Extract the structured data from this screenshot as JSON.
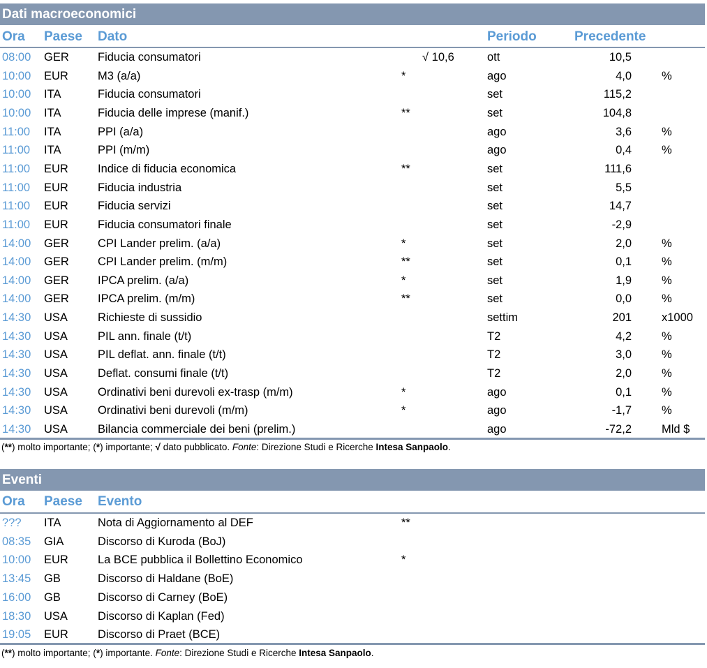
{
  "macro": {
    "title": "Dati macroeconomici",
    "headers": {
      "ora": "Ora",
      "paese": "Paese",
      "dato": "Dato",
      "periodo": "Periodo",
      "precedente": "Precedente"
    },
    "rows": [
      {
        "ora": "08:00",
        "paese": "GER",
        "dato": "Fiducia consumatori",
        "flag": "",
        "actual": "√ 10,6",
        "periodo": "ott",
        "precedente": "10,5",
        "unit": ""
      },
      {
        "ora": "10:00",
        "paese": "EUR",
        "dato": "M3 (a/a)",
        "flag": "*",
        "actual": "",
        "periodo": "ago",
        "precedente": "4,0",
        "unit": "%"
      },
      {
        "ora": "10:00",
        "paese": "ITA",
        "dato": "Fiducia consumatori",
        "flag": "",
        "actual": "",
        "periodo": "set",
        "precedente": "115,2",
        "unit": ""
      },
      {
        "ora": "10:00",
        "paese": "ITA",
        "dato": "Fiducia delle imprese (manif.)",
        "flag": "**",
        "actual": "",
        "periodo": "set",
        "precedente": "104,8",
        "unit": ""
      },
      {
        "ora": "11:00",
        "paese": "ITA",
        "dato": "PPI (a/a)",
        "flag": "",
        "actual": "",
        "periodo": "ago",
        "precedente": "3,6",
        "unit": "%"
      },
      {
        "ora": "11:00",
        "paese": "ITA",
        "dato": "PPI (m/m)",
        "flag": "",
        "actual": "",
        "periodo": "ago",
        "precedente": "0,4",
        "unit": "%"
      },
      {
        "ora": "11:00",
        "paese": "EUR",
        "dato": "Indice di fiducia economica",
        "flag": "**",
        "actual": "",
        "periodo": "set",
        "precedente": "111,6",
        "unit": ""
      },
      {
        "ora": "11:00",
        "paese": "EUR",
        "dato": "Fiducia industria",
        "flag": "",
        "actual": "",
        "periodo": "set",
        "precedente": "5,5",
        "unit": ""
      },
      {
        "ora": "11:00",
        "paese": "EUR",
        "dato": "Fiducia servizi",
        "flag": "",
        "actual": "",
        "periodo": "set",
        "precedente": "14,7",
        "unit": ""
      },
      {
        "ora": "11:00",
        "paese": "EUR",
        "dato": "Fiducia consumatori finale",
        "flag": "",
        "actual": "",
        "periodo": "set",
        "precedente": "-2,9",
        "unit": ""
      },
      {
        "ora": "14:00",
        "paese": "GER",
        "dato": "CPI Lander prelim. (a/a)",
        "flag": "*",
        "actual": "",
        "periodo": "set",
        "precedente": "2,0",
        "unit": "%"
      },
      {
        "ora": "14:00",
        "paese": "GER",
        "dato": "CPI Lander prelim. (m/m)",
        "flag": "**",
        "actual": "",
        "periodo": "set",
        "precedente": "0,1",
        "unit": "%"
      },
      {
        "ora": "14:00",
        "paese": "GER",
        "dato": "IPCA prelim. (a/a)",
        "flag": "*",
        "actual": "",
        "periodo": "set",
        "precedente": "1,9",
        "unit": "%"
      },
      {
        "ora": "14:00",
        "paese": "GER",
        "dato": "IPCA prelim. (m/m)",
        "flag": "**",
        "actual": "",
        "periodo": "set",
        "precedente": "0,0",
        "unit": "%"
      },
      {
        "ora": "14:30",
        "paese": "USA",
        "dato": "Richieste di sussidio",
        "flag": "",
        "actual": "",
        "periodo": "settim",
        "precedente": "201",
        "unit": "x1000"
      },
      {
        "ora": "14:30",
        "paese": "USA",
        "dato": "PIL ann. finale (t/t)",
        "flag": "",
        "actual": "",
        "periodo": "T2",
        "precedente": "4,2",
        "unit": "%"
      },
      {
        "ora": "14:30",
        "paese": "USA",
        "dato": "PIL deflat. ann. finale (t/t)",
        "flag": "",
        "actual": "",
        "periodo": "T2",
        "precedente": "3,0",
        "unit": "%"
      },
      {
        "ora": "14:30",
        "paese": "USA",
        "dato": "Deflat. consumi finale (t/t)",
        "flag": "",
        "actual": "",
        "periodo": "T2",
        "precedente": "2,0",
        "unit": "%"
      },
      {
        "ora": "14:30",
        "paese": "USA",
        "dato": "Ordinativi beni durevoli ex-trasp (m/m)",
        "flag": "*",
        "actual": "",
        "periodo": "ago",
        "precedente": "0,1",
        "unit": "%"
      },
      {
        "ora": "14:30",
        "paese": "USA",
        "dato": "Ordinativi beni durevoli (m/m)",
        "flag": "*",
        "actual": "",
        "periodo": "ago",
        "precedente": "-1,7",
        "unit": "%"
      },
      {
        "ora": "14:30",
        "paese": "USA",
        "dato": "Bilancia commerciale dei beni (prelim.)",
        "flag": "",
        "actual": "",
        "periodo": "ago",
        "precedente": "-72,2",
        "unit": "Mld $"
      }
    ],
    "note": {
      "a": "(",
      "b": "**",
      "c": ") molto importante; (",
      "d": "*",
      "e": ") importante; ",
      "f": "√",
      "g": " dato pubblicato. ",
      "h": "Fonte",
      "i": ": Direzione Studi e Ricerche ",
      "j": "Intesa Sanpaolo",
      "k": "."
    }
  },
  "events": {
    "title": "Eventi",
    "headers": {
      "ora": "Ora",
      "paese": "Paese",
      "evento": "Evento"
    },
    "rows": [
      {
        "ora": "???",
        "paese": "ITA",
        "evento": "Nota di Aggiornamento al DEF",
        "flag": "**"
      },
      {
        "ora": "08:35",
        "paese": "GIA",
        "evento": "Discorso di Kuroda (BoJ)",
        "flag": ""
      },
      {
        "ora": "10:00",
        "paese": "EUR",
        "evento": "La BCE pubblica il Bollettino Economico",
        "flag": "*"
      },
      {
        "ora": "13:45",
        "paese": "GB",
        "evento": "Discorso di Haldane (BoE)",
        "flag": ""
      },
      {
        "ora": "16:00",
        "paese": "GB",
        "evento": "Discorso di Carney (BoE)",
        "flag": ""
      },
      {
        "ora": "18:30",
        "paese": "USA",
        "evento": "Discorso di Kaplan (Fed)",
        "flag": ""
      },
      {
        "ora": "19:05",
        "paese": "EUR",
        "evento": "Discorso di Praet (BCE)",
        "flag": ""
      }
    ],
    "note": {
      "a": "(",
      "b": "**",
      "c": ") molto importante; (",
      "d": "*",
      "e": ") importante. ",
      "h": "Fonte",
      "i": ": Direzione Studi e Ricerche ",
      "j": "Intesa Sanpaolo",
      "k": "."
    }
  }
}
